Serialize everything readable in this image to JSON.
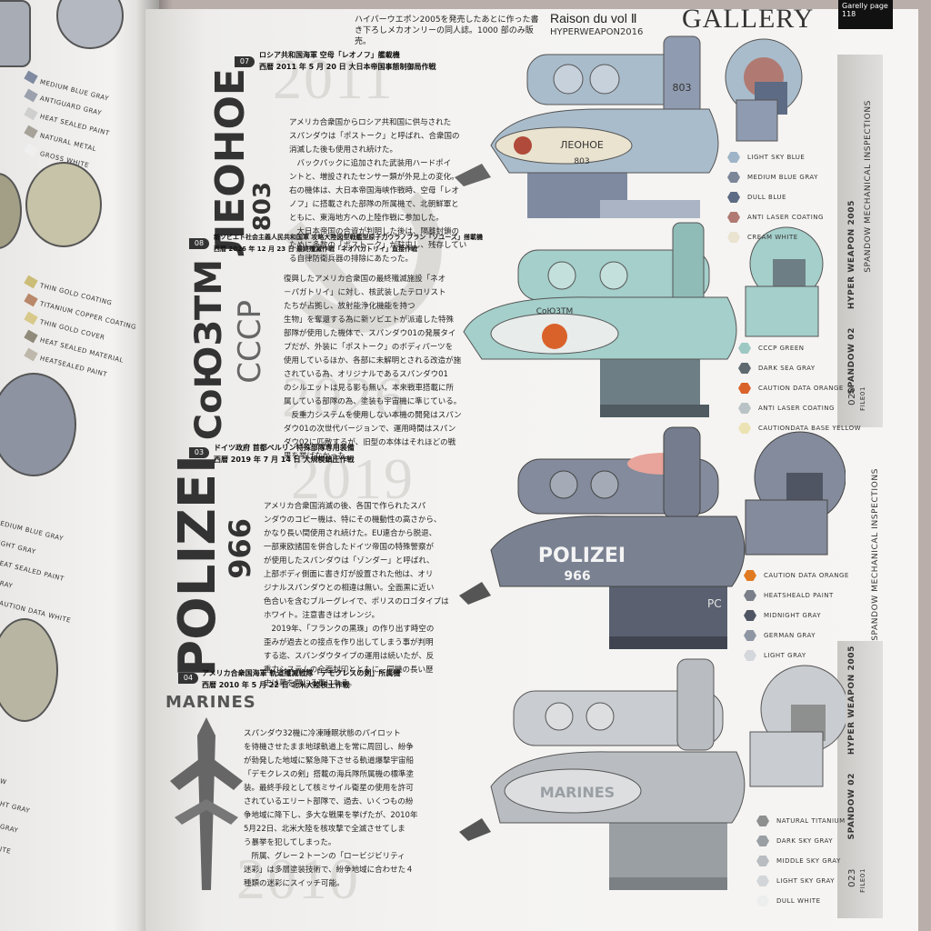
{
  "left_page": {
    "legend_a": [
      "MEDIUM BLUE GRAY",
      "ANTIGUARD GRAY",
      "HEAT SEALED PAINT",
      "NATURAL METAL",
      "GROSS WHITE"
    ],
    "legend_b": [
      "THIN GOLD COATING",
      "TITANIUM COPPER COATING",
      "THIN GOLD COVER",
      "HEAT SEALED MATERIAL",
      "HEATSEALED PAINT"
    ],
    "legend_c": [
      "MEDIUM BLUE GRAY",
      "LIGHT GRAY",
      "HEAT SEALED PAINT",
      "GRAY",
      "CAUTION DATA WHITE"
    ],
    "legend_d": [
      "W",
      "HT GRAY",
      "GRAY",
      "ITE"
    ]
  },
  "header": {
    "jp_note": "ハイパーウエポン2005を発売したあとに作った書き下ろしメカオンリーの同人誌。1000 部のみ販売。",
    "raison": "Raison du vol Ⅱ",
    "hyperweapon": "HYPERWEAPON2016",
    "gallery": "GALLERY",
    "tab": "Garelly page 118"
  },
  "side": {
    "mech_insp_1": "SPANDOW MECHANICAL INSPECTIONS",
    "hw_a": "HYPER WEAPON 2005",
    "sp_a": "SPANDOW 02",
    "num_a": "020",
    "file_a": "FILE01",
    "mech_insp_2": "SPANDOW MECHANICAL INSPECTIONS",
    "hw_b": "HYPER WEAPON 2005",
    "sp_b": "SPANDOW 02",
    "num_b": "023",
    "file_b": "FILE01"
  },
  "sections": [
    {
      "num": "07",
      "caption_l1": "ロシア共和国海軍 空母「レオノフ」艦載機",
      "caption_l2": "西暦 2011 年 5 月 20 日 大日本帝国事態制御局作戦",
      "title": "ЛЕОНОЕ",
      "subtitle": "803",
      "year": "2011",
      "body": "アメリカ合衆国からロシア共和国に供与された\nスパンダウは「ポストーク」と呼ばれ、合衆国の\n消滅した後も使用され続けた。\n　バックパックに追加された武装用ハードポイ\nントと、増設されたセンサー類が外見上の変化。\n右の機体は、大日本帝国海峡作戦時、空母「レオ\nノフ」に搭載された部隊の所属機で、北朝鮮軍と\nともに、東海地方への上陸作戦に参加した。\n　大日本帝国の合資が判明した後は、隔離封鎖の\nために多数の「ポストーク」が駐屯し、残存してい\nる自律防衛兵器の排除にあたった。",
      "legend": [
        {
          "name": "LIGHT SKY BLUE",
          "color": "#9fb4c7"
        },
        {
          "name": "MEDIUM BLUE GRAY",
          "color": "#7b8799"
        },
        {
          "name": "DULL BLUE",
          "color": "#5d6b84"
        },
        {
          "name": "ANTI LASER COATING",
          "color": "#b07a72"
        },
        {
          "name": "CREAM WHITE",
          "color": "#e9e3cf"
        }
      ]
    },
    {
      "num": "08",
      "caption_l1": "新ソビエト社会主義人民共和国軍 攻略大陸図型戦艦型原子力ウラノブラン「ソユーズ」搭載機",
      "caption_l2": "西暦 2026 年 12 月 23 日 最終殲滅作戦「ネオパガトリイ」直接作戦",
      "title": "СоЮЗТМ",
      "subtitle": "СССР",
      "year": "2026",
      "body": "復興したアメリカ合衆国の最終殲滅施設「ネオ\n－パガトリイ」に対し、核武装したテロリスト\nたちが占拠し、放射能浄化機能を持つ\n生物」を奪還する為に新ソビエトが派遣した特殊\n部隊が使用した機体で、スパンダウ01の発展タイ\nプだが、外装に「ポストーク」のボディパーツを\n使用しているほか、各部に未解明とされる改造が施\nされている為、オリジナルであるスパンダウ01\nのシルエットは見る影も無い。本来戦車搭載に所\n属している部隊の為、塗装も宇宙機に準じている。\n　反重力システムを使用しない本機の開発はスパン\nダウ01の次世代バージョンで、運用時間はスパン\nダウ02に匹敵するが、旧型の本体はそれほどの戦\n果を挙げなかった。",
      "legend": [
        {
          "name": "CCCP GREEN",
          "color": "#9ec8c3"
        },
        {
          "name": "DARK SEA GRAY",
          "color": "#5e6a70"
        },
        {
          "name": "CAUTION DATA ORANGE",
          "color": "#d9622b"
        },
        {
          "name": "ANTI LASER COATING",
          "color": "#b9c2c4"
        },
        {
          "name": "CAUTIONDATA BASE YELLOW",
          "color": "#ece3b4"
        }
      ]
    },
    {
      "num": "03",
      "caption_l1": "ドイツ政府 首都ベルリン特殊部隊専用装備",
      "caption_l2": "西暦 2019 年 7 月 14 日 大規模鎮圧作戦",
      "title": "POLIZEI",
      "subtitle": "966",
      "year": "2019",
      "body": "アメリカ合衆国消滅の後、各国で作られたスパ\nンダウのコピー機は、特にその機動性の高さから、\nかなり長い間使用され続けた。EU連合から脱退、\n一部東欧諸国を併合したドイツ帝国の特殊警察が\nが使用したスパンダウは「ゾンダー」と呼ばれ、\n上部ボディ側面に書き灯が設置された他は、オリ\nジナルスパンダウとの相違は無い。全面黒に近い\n色合いを含むブルーグレイで、ポリスのロゴタイプは\nホワイト。注意書きはオレンジ。\n　2019年、「フランクの黒珠」の作り出す時空の\n歪みが過去との接点を作り出してしまう事が判明\nする迄、スパンダウタイプの運用は続いたが、反\n重力システムの全面封印とともに、同機の長い歴\n史は幕を閉じる事になる。",
      "legend": [
        {
          "name": "CAUTION DATA ORANGE",
          "color": "#e07a22"
        },
        {
          "name": "HEATSHEALD PAINT",
          "color": "#7a7f8a"
        },
        {
          "name": "MIDNIGHT GRAY",
          "color": "#4f5563"
        },
        {
          "name": "GERMAN GRAY",
          "color": "#8e96a4"
        },
        {
          "name": "LIGHT GRAY",
          "color": "#d4d7dc"
        }
      ]
    },
    {
      "num": "04",
      "caption_l1": "アメリカ合衆国海軍 軌道殲滅戦隊「デモクレスの剣」所属機",
      "caption_l2": "西暦 2010 年 5 月 22 日 北米大陸核土作戦",
      "title": "MARINES",
      "subtitle": "",
      "year": "2010",
      "body": "スパンダウ32機に冷凍睡眠状態のパイロット\nを待機させたまま地球軌道上を常に周回し、紛争\nが勃発した地域に緊急降下させる軌道爆撃宇宙船\n「デモクレスの剣」搭載の海兵隊所属機の標準塗\n装。最終手段として核ミサイル衛星の使用を許可\nされているエリート部隊で、過去、いくつもの紛\n争地域に降下し、多大な戦果を挙げたが、2010年\n5月22日、北米大陸を核攻撃で全滅させてしま\nう暴挙を犯してしまった。\n　所属、グレー２トーンの「ロービジビリティ\n迷彩」は多層塗装技術で、紛争地域に合わせた４\n種類の迷彩にスイッチ可能。",
      "legend": [
        {
          "name": "NATURAL TITANIUM",
          "color": "#8e8f8f"
        },
        {
          "name": "DARK SKY GRAY",
          "color": "#9a9fa4"
        },
        {
          "name": "MIDDLE SKY GRAY",
          "color": "#b9bdc1"
        },
        {
          "name": "LIGHT SKY GRAY",
          "color": "#d3d6d8"
        },
        {
          "name": "DULL WHITE",
          "color": "#eceded"
        }
      ]
    }
  ],
  "mech_labels": {
    "m1_code": "803",
    "m1_hull": "ЛЕОНОЕ",
    "m1_hull_num": "803",
    "m2_hull": "CoЮ3TM",
    "m3_hull": "POLIZEI",
    "m3_hull_num": "966",
    "m3_side": "PC",
    "m4_hull": "MARINES"
  },
  "mech_colors": {
    "m1": {
      "main": "#a9bccb",
      "dark": "#7f8aa0",
      "accent": "#b07a72",
      "light": "#e9e3cf"
    },
    "m2": {
      "main": "#a4cfca",
      "dark": "#6d7f84",
      "accent": "#d9622b",
      "light": "#e8ecea"
    },
    "m3": {
      "main": "#838b9c",
      "dark": "#5a6070",
      "accent": "#e07a22",
      "light": "#d4d7dc"
    },
    "m4": {
      "main": "#c9ccd0",
      "dark": "#9a9fa4",
      "accent": "#8e8f8f",
      "light": "#eceded"
    }
  }
}
